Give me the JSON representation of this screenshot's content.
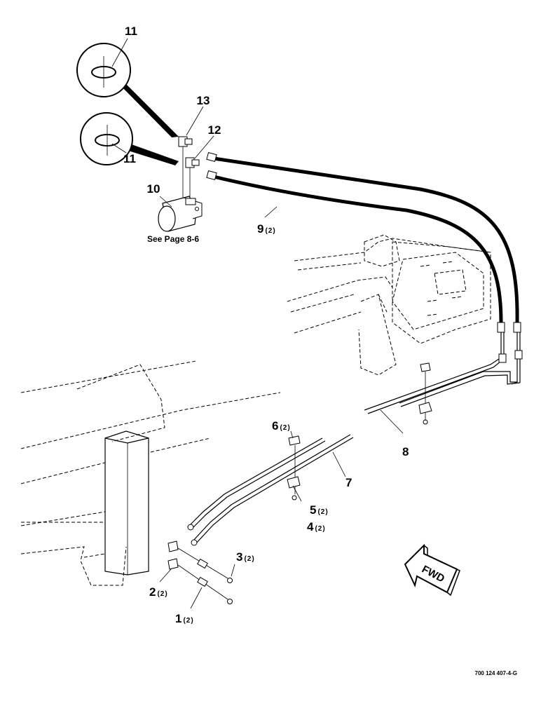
{
  "callouts": {
    "c11_top": {
      "num": "11",
      "qty": ""
    },
    "c11_bottom": {
      "num": "11",
      "qty": ""
    },
    "c13": {
      "num": "13",
      "qty": ""
    },
    "c12": {
      "num": "12",
      "qty": ""
    },
    "c10": {
      "num": "10",
      "qty": ""
    },
    "c9": {
      "num": "9",
      "qty": "(2)"
    },
    "c8": {
      "num": "8",
      "qty": ""
    },
    "c7": {
      "num": "7",
      "qty": ""
    },
    "c6": {
      "num": "6",
      "qty": "(2)"
    },
    "c5": {
      "num": "5",
      "qty": "(2)"
    },
    "c4": {
      "num": "4",
      "qty": "(2)"
    },
    "c3": {
      "num": "3",
      "qty": "(2)"
    },
    "c2": {
      "num": "2",
      "qty": "(2)"
    },
    "c1": {
      "num": "1",
      "qty": "(2)"
    }
  },
  "see_page": "See Page 8-6",
  "direction_arrow": {
    "label": "FWD",
    "icon": "fwd-arrow-icon"
  },
  "drawing_code": "700 124 407-4-G"
}
